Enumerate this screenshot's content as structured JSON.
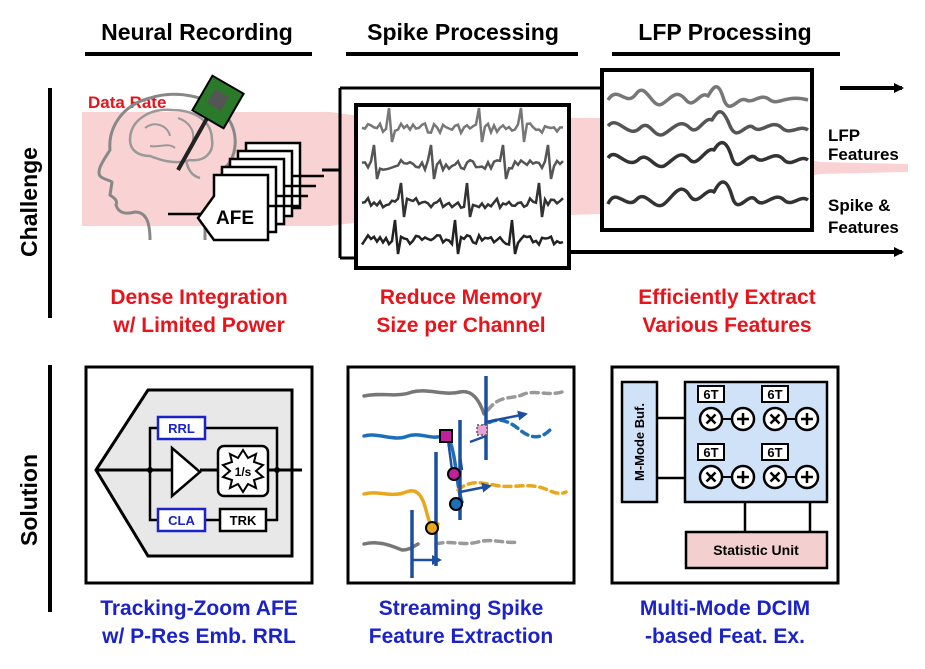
{
  "headers": {
    "col1": "Neural Recording",
    "col2": "Spike Processing",
    "col3": "LFP Processing"
  },
  "rows": {
    "challenge": "Challenge",
    "solution": "Solution"
  },
  "challenge": {
    "data_rate": "Data Rate",
    "afe_label": "AFE",
    "lfp_features": [
      "LFP",
      "Features"
    ],
    "spike_features": [
      "Spike &",
      "Features"
    ],
    "col1_text": [
      "Dense Integration",
      "w/ Limited Power"
    ],
    "col2_text": [
      "Reduce Memory",
      "Size per Channel"
    ],
    "col3_text": [
      "Efficiently Extract",
      "Various Features"
    ]
  },
  "solution": {
    "afe": {
      "rrl": "RRL",
      "cla": "CLA",
      "trk": "TRK",
      "integrator": "1/s"
    },
    "dcim": {
      "buffer": "M-Mode Buf.",
      "cell": "6T",
      "statistic": "Statistic Unit"
    },
    "col1_text": [
      "Tracking-Zoom AFE",
      "w/ P-Res Emb. RRL"
    ],
    "col2_text": [
      "Streaming Spike",
      "Feature Extraction"
    ],
    "col3_text": [
      "Multi-Mode DCIM",
      "-based Feat. Ex."
    ]
  },
  "colors": {
    "challenge_text": "#e8141b",
    "solution_text": "#1a22c8",
    "data_rate_band": "#f9d3d3",
    "dcim_fill": "#cfe2f7",
    "statistic_fill": "#f3cfcf",
    "trace_blue": "#1d6fba",
    "trace_orange": "#e8a81e",
    "marker_magenta": "#c0209a"
  }
}
